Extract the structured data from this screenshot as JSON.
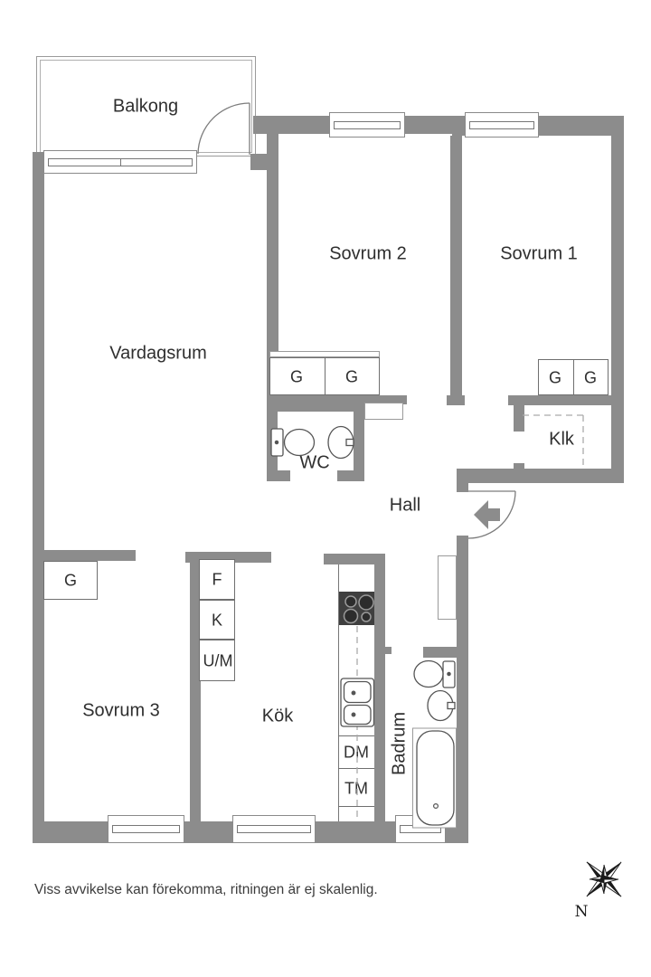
{
  "colors": {
    "wall": "#8c8c8c",
    "line": "#6f6f6f",
    "text": "#2f2f2f",
    "fixture": "#555555",
    "dash": "#aaaaaa"
  },
  "plan": {
    "balcony_label": "Balkong",
    "rooms": {
      "vardagsrum": "Vardagsrum",
      "sovrum2": "Sovrum 2",
      "sovrum1": "Sovrum 1",
      "sovrum3": "Sovrum 3",
      "kok": "Kök",
      "hall": "Hall",
      "wc": "WC",
      "badrum": "Badrum",
      "klk": "Klk"
    },
    "fixtures": {
      "g": "G",
      "f": "F",
      "k": "K",
      "um": "U/M",
      "dm": "DM",
      "tm": "TM"
    }
  },
  "compass": {
    "north_label": "N"
  },
  "footer": {
    "disclaimer": "Viss avvikelse kan förekomma, ritningen är ej skalenlig."
  }
}
